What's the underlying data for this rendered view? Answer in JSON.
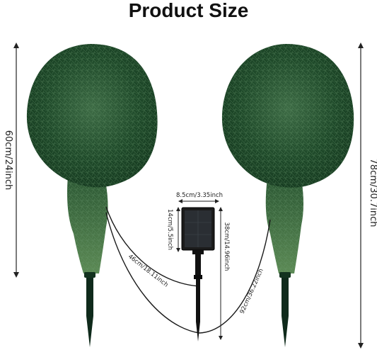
{
  "title": "Product Size",
  "dimensions": {
    "left_height": "60cm/24inch",
    "right_height": "78cm/30.7inch",
    "panel_width": "8.5cm/3.35inch",
    "panel_height": "14cm/5.5inch",
    "stake_height": "38cm/14.96inch",
    "cable_short": "46cm/18.11inch",
    "cable_long": "92cm/36.22inch"
  }
}
